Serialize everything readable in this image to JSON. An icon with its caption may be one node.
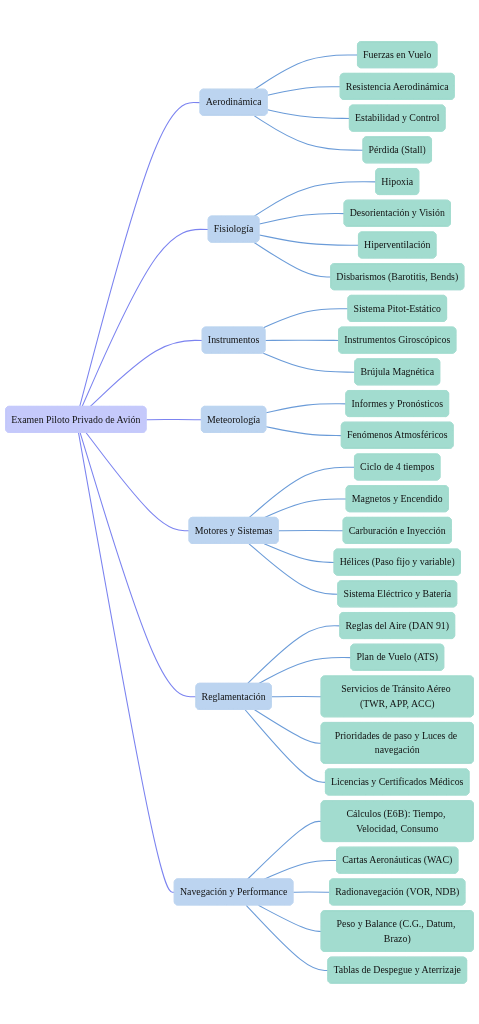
{
  "diagram": {
    "nodes": [
      {
        "text": [
          "Examen Piloto Privado de Avión"
        ]
      },
      {
        "text": [
          "Aerodinámica"
        ]
      },
      {
        "text": [
          "Fuerzas en Vuelo"
        ]
      },
      {
        "text": [
          "Resistencia Aerodinámica"
        ]
      },
      {
        "text": [
          "Estabilidad y Control"
        ]
      },
      {
        "text": [
          "Pérdida (Stall)"
        ]
      },
      {
        "text": [
          "Fisiología"
        ]
      },
      {
        "text": [
          "Hipoxia"
        ]
      },
      {
        "text": [
          "Desorientación y Visión"
        ]
      },
      {
        "text": [
          "Hiperventilación"
        ]
      },
      {
        "text": [
          "Disbarismos (Barotitis, Bends)"
        ]
      },
      {
        "text": [
          "Instrumentos"
        ]
      },
      {
        "text": [
          "Sistema Pitot-Estático"
        ]
      },
      {
        "text": [
          "Instrumentos Giroscópicos"
        ]
      },
      {
        "text": [
          "Brújula Magnética"
        ]
      },
      {
        "text": [
          "Meteorología"
        ]
      },
      {
        "text": [
          "Informes y Pronósticos"
        ]
      },
      {
        "text": [
          "Fenómenos Atmosféricos"
        ]
      },
      {
        "text": [
          "Motores y Sistemas"
        ]
      },
      {
        "text": [
          "Ciclo de 4 tiempos"
        ]
      },
      {
        "text": [
          "Magnetos y Encendido"
        ]
      },
      {
        "text": [
          "Carburación e Inyección"
        ]
      },
      {
        "text": [
          "Hélices (Paso fijo y variable)"
        ]
      },
      {
        "text": [
          "Sistema Eléctrico y Batería"
        ]
      },
      {
        "text": [
          "Reglamentación"
        ]
      },
      {
        "text": [
          "Reglas del Aire (DAN 91)"
        ]
      },
      {
        "text": [
          "Plan de Vuelo (ATS)"
        ]
      },
      {
        "text": [
          "Servicios de Tránsito Aéreo (TWR, APP, ACC)"
        ]
      },
      {
        "text": [
          "Prioridades de paso y Luces de navegación"
        ]
      },
      {
        "text": [
          "Licencias y Certificados Médicos"
        ]
      },
      {
        "text": [
          "Navegación y Performance"
        ]
      },
      {
        "text": [
          "Cálculos (E6B): Tiempo, Velocidad, Consumo"
        ]
      },
      {
        "text": [
          "Cartas Aeronáuticas (WAC)"
        ]
      },
      {
        "text": [
          "Radionavegación (VOR, NDB)"
        ]
      },
      {
        "text": [
          "Peso y Balance (C.G., Datum, Brazo)"
        ]
      },
      {
        "text": [
          "Tablas de Despegue y Aterrizaje"
        ]
      }
    ],
    "edges": [
      {
        "from": 0,
        "to": 1,
        "arrow": "none",
        "color": "#7b83f0"
      },
      {
        "from": 1,
        "to": 2,
        "arrow": "none"
      },
      {
        "from": 1,
        "to": 3,
        "arrow": "none"
      },
      {
        "from": 1,
        "to": 4,
        "arrow": "none"
      },
      {
        "from": 1,
        "to": 5,
        "arrow": "none"
      },
      {
        "from": 0,
        "to": 6,
        "arrow": "none",
        "color": "#7b83f0"
      },
      {
        "from": 6,
        "to": 7,
        "arrow": "none"
      },
      {
        "from": 6,
        "to": 8,
        "arrow": "none"
      },
      {
        "from": 6,
        "to": 9,
        "arrow": "none"
      },
      {
        "from": 6,
        "to": 10,
        "arrow": "none"
      },
      {
        "from": 0,
        "to": 11,
        "arrow": "none",
        "color": "#7b83f0"
      },
      {
        "from": 11,
        "to": 12,
        "arrow": "none"
      },
      {
        "from": 11,
        "to": 13,
        "arrow": "none"
      },
      {
        "from": 11,
        "to": 14,
        "arrow": "none"
      },
      {
        "from": 0,
        "to": 15,
        "arrow": "none",
        "color": "#7b83f0"
      },
      {
        "from": 15,
        "to": 16,
        "arrow": "none"
      },
      {
        "from": 15,
        "to": 17,
        "arrow": "none"
      },
      {
        "from": 0,
        "to": 18,
        "arrow": "none",
        "color": "#7b83f0"
      },
      {
        "from": 18,
        "to": 19,
        "arrow": "none"
      },
      {
        "from": 18,
        "to": 20,
        "arrow": "none"
      },
      {
        "from": 18,
        "to": 21,
        "arrow": "none"
      },
      {
        "from": 18,
        "to": 22,
        "arrow": "none"
      },
      {
        "from": 18,
        "to": 23,
        "arrow": "none"
      },
      {
        "from": 0,
        "to": 24,
        "arrow": "none",
        "color": "#7b83f0"
      },
      {
        "from": 24,
        "to": 25,
        "arrow": "none"
      },
      {
        "from": 24,
        "to": 26,
        "arrow": "none"
      },
      {
        "from": 24,
        "to": 27,
        "arrow": "none"
      },
      {
        "from": 24,
        "to": 28,
        "arrow": "none"
      },
      {
        "from": 24,
        "to": 29,
        "arrow": "none"
      },
      {
        "from": 0,
        "to": 30,
        "arrow": "none",
        "color": "#7b83f0"
      },
      {
        "from": 30,
        "to": 31,
        "arrow": "none"
      },
      {
        "from": 30,
        "to": 32,
        "arrow": "none"
      },
      {
        "from": 30,
        "to": 33,
        "arrow": "none"
      },
      {
        "from": 30,
        "to": 34,
        "arrow": "none"
      },
      {
        "from": 30,
        "to": 35,
        "arrow": "none"
      }
    ]
  }
}
